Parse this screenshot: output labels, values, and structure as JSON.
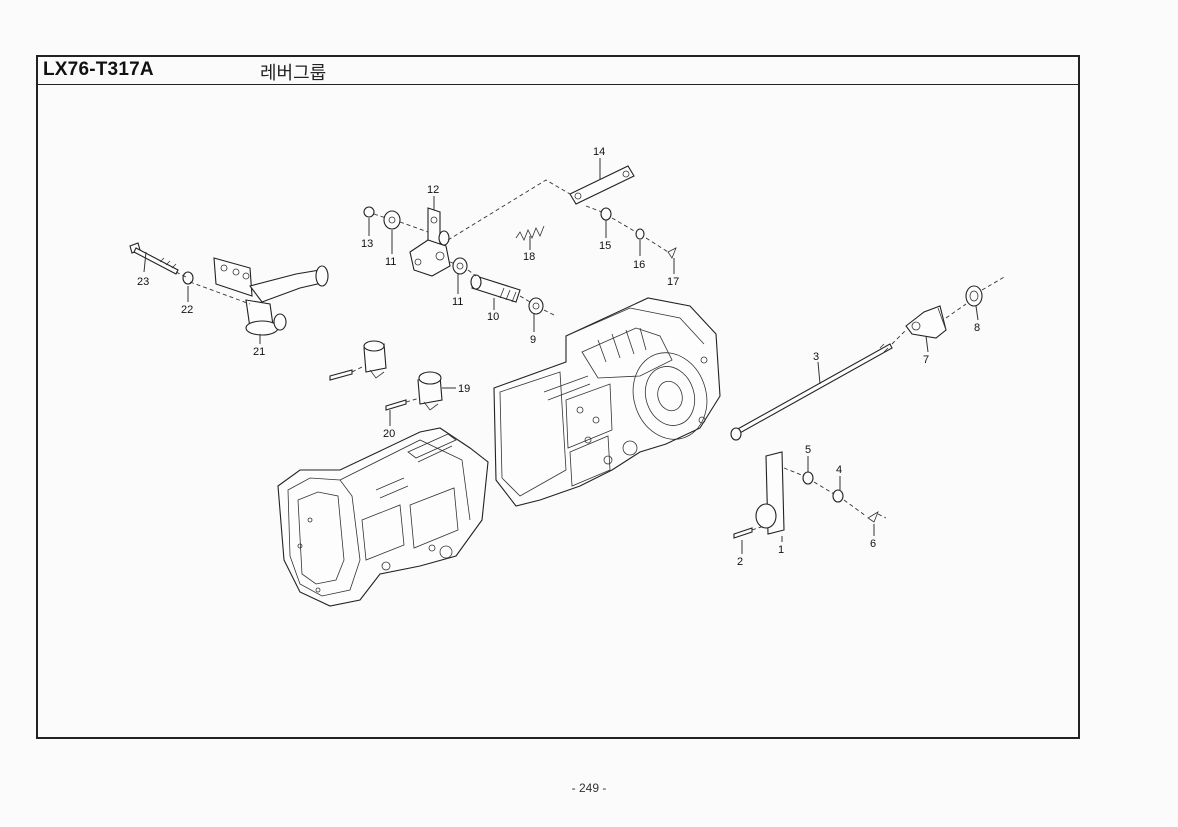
{
  "header": {
    "code": "LX76-T317A",
    "title": "레버그룹"
  },
  "page": {
    "number": "- 249 -"
  },
  "callouts": [
    "1",
    "2",
    "3",
    "4",
    "5",
    "6",
    "7",
    "8",
    "9",
    "10",
    "11",
    "11",
    "12",
    "13",
    "14",
    "15",
    "16",
    "17",
    "18",
    "19",
    "20",
    "21",
    "22",
    "23"
  ]
}
